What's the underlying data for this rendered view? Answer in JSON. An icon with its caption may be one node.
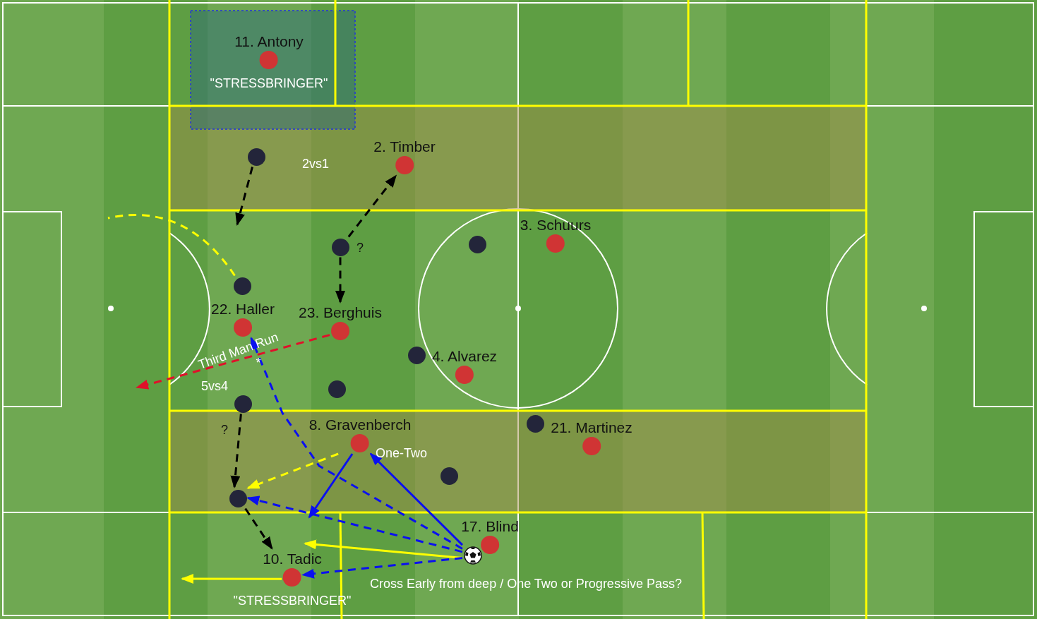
{
  "diagram": {
    "nodes": [
      {
        "text": [
          "11. Antony"
        ],
        "beside": [
          "\"STRESSBRINGER\""
        ]
      },
      {
        "text": [],
        "shape": "circle"
      },
      {
        "text": [
          "2. Timber"
        ]
      },
      {
        "text": [],
        "shape": "circle"
      },
      {
        "text": [],
        "shape": "circle"
      },
      {
        "text": [
          "3. Schuurs"
        ]
      },
      {
        "text": [],
        "shape": "circle"
      },
      {
        "text": [
          "22. Haller"
        ]
      },
      {
        "text": [
          "23. Berghuis"
        ]
      },
      {
        "text": [],
        "shape": "circle"
      },
      {
        "text": [
          "4. Alvarez"
        ]
      },
      {
        "text": [],
        "shape": "circle"
      },
      {
        "text": [],
        "shape": "circle"
      },
      {
        "text": [
          "8. Gravenberch"
        ]
      },
      {
        "text": [],
        "shape": "circle"
      },
      {
        "text": [
          "21. Martinez"
        ]
      },
      {
        "text": [],
        "shape": "circle"
      },
      {
        "text": [],
        "shape": "circle"
      },
      {
        "text": [
          "17. Blind"
        ]
      },
      {
        "text": [],
        "shape": "ball"
      },
      {
        "text": [
          "10. Tadic"
        ],
        "beside": [
          "\"STRESSBRINGER\""
        ]
      }
    ],
    "edges": [
      {
        "from": 1,
        "to": null,
        "arrow": "to",
        "style": "dashed",
        "color": "#000000"
      },
      {
        "from": 3,
        "to": 2,
        "arrow": "to",
        "style": "dashed",
        "color": "#000000"
      },
      {
        "from": 3,
        "to": 8,
        "arrow": "to",
        "style": "dashed",
        "color": "#000000"
      },
      {
        "from": 6,
        "to": null,
        "arrow": "none",
        "style": "dashed",
        "color": "#ffff00"
      },
      {
        "from": 8,
        "to": null,
        "arrow": "to",
        "style": "dashed",
        "color": "#e0102a",
        "label": "Third Man Run"
      },
      {
        "from": 19,
        "to": 7,
        "arrow": "to",
        "style": "dashed",
        "color": "#0a10f0"
      },
      {
        "from": 12,
        "to": 17,
        "arrow": "to",
        "style": "dashed",
        "color": "#000000"
      },
      {
        "from": 13,
        "to": 17,
        "arrow": "to",
        "style": "dashed",
        "color": "#ffff00"
      },
      {
        "from": 19,
        "to": 13,
        "arrow": "to",
        "color": "#0a10f0",
        "label": "One-Two"
      },
      {
        "from": 13,
        "to": null,
        "arrow": "to",
        "color": "#0a10f0"
      },
      {
        "from": 19,
        "to": 17,
        "arrow": "to",
        "style": "dashed",
        "color": "#0a10f0"
      },
      {
        "from": 17,
        "to": 20,
        "arrow": "to",
        "style": "dashed",
        "color": "#000000"
      },
      {
        "from": 19,
        "to": 20,
        "arrow": "to",
        "color": "#ffff00"
      },
      {
        "from": 19,
        "to": 20,
        "arrow": "to",
        "style": "dashed",
        "color": "#0a10f0"
      },
      {
        "from": 20,
        "to": null,
        "arrow": "to",
        "color": "#ffff00"
      }
    ],
    "labels": [
      "2vs1",
      "?",
      "*",
      "5vs4",
      "?",
      "Cross Early from deep / One Two or Progressive Pass?"
    ]
  }
}
